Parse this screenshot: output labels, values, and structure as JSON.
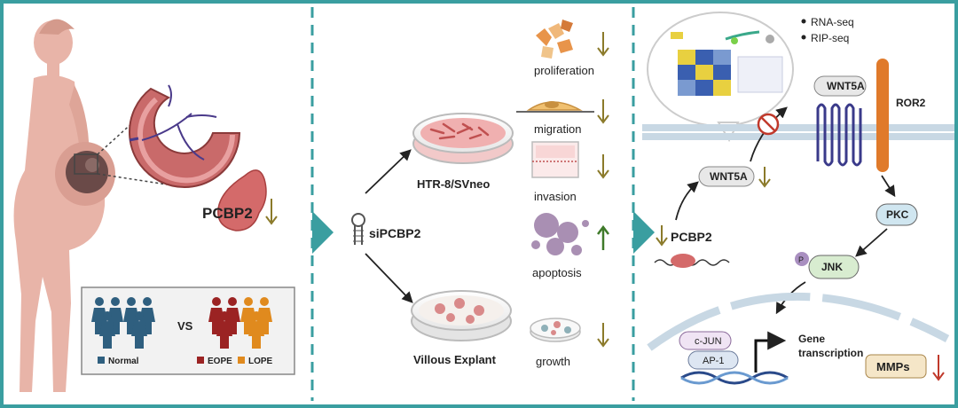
{
  "panel1": {
    "pcbp2_label": "PCBP2",
    "vs_label": "VS",
    "legend": {
      "normal": "Normal",
      "eope": "EOPE",
      "lope": "LOPE"
    }
  },
  "panel2": {
    "sirna": "siPCBP2",
    "cell_line": "HTR-8/SVneo",
    "explant": "Villous Explant",
    "outcomes": {
      "proliferation": "proliferation",
      "migration": "migration",
      "invasion": "invasion",
      "apoptosis": "apoptosis",
      "growth": "growth"
    }
  },
  "panel3": {
    "methods": [
      "RNA-seq",
      "RIP-seq"
    ],
    "wnt5a_receptor": "WNT5A",
    "receptor": "ROR2",
    "wnt5a_released": "WNT5A",
    "pcbp2": "PCBP2",
    "pkc": "PKC",
    "phospho": "P",
    "jnk": "JNK",
    "cjun": "c-JUN",
    "ap1": "AP-1",
    "gene_transcription": [
      "Gene",
      "transcription"
    ],
    "mmps": "MMPs"
  },
  "colors": {
    "frame_teal": "#3a9ea0",
    "down_arrow_olive": "#8b7a2a",
    "up_arrow_green": "#3f7a2a",
    "mmps_arrow_red": "#c0392b",
    "normal_blue": "#2f5f7f",
    "eope_red": "#9b2323",
    "lope_orange": "#e08a1e"
  }
}
